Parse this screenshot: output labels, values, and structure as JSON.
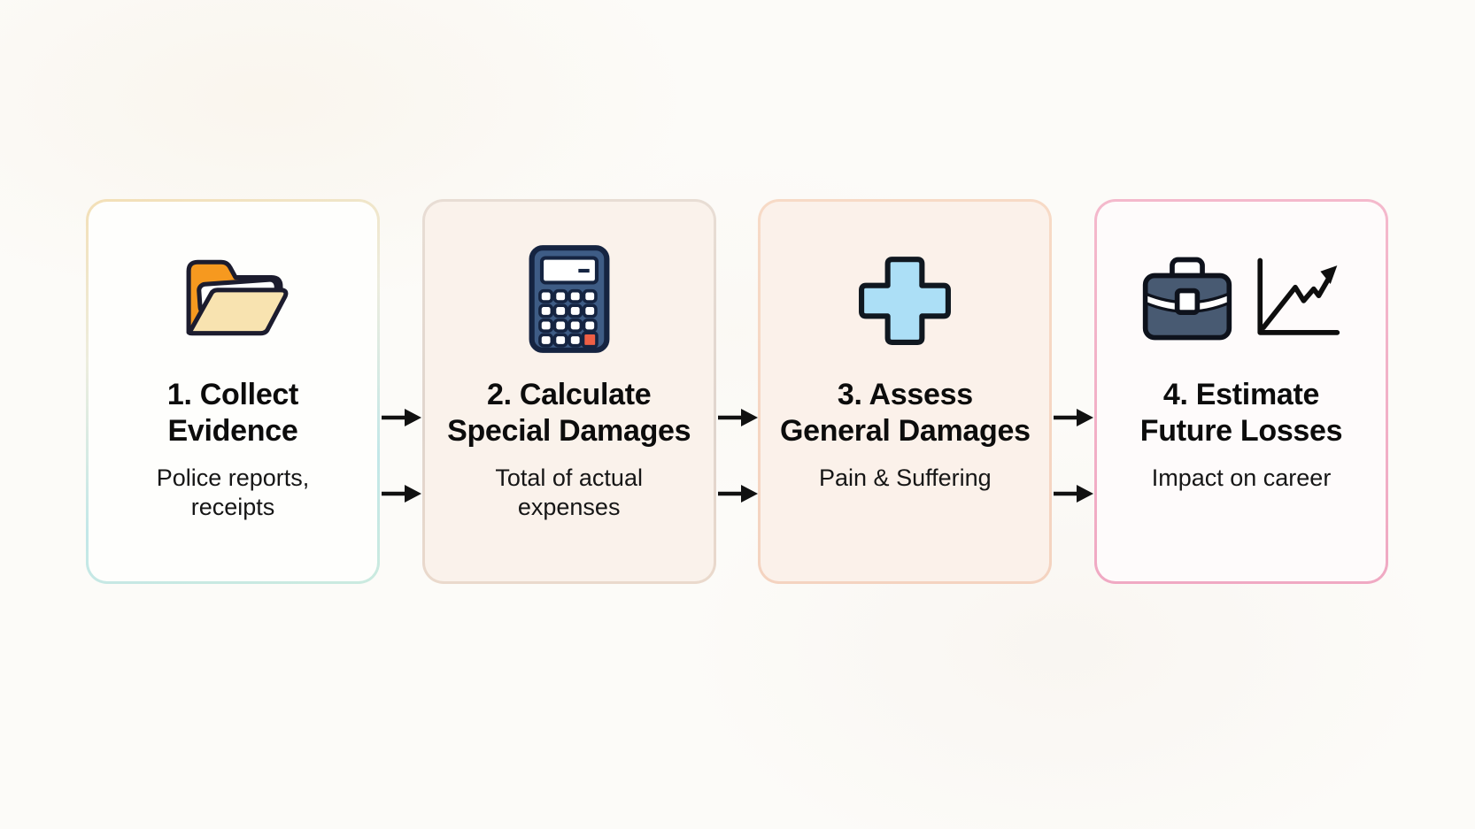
{
  "diagram": {
    "description": "Four-step process flow with arrows between step cards",
    "arrow_color": "#111111",
    "steps": [
      {
        "title_line1": "1. Collect",
        "title_line2": "Evidence",
        "subtitle_line1": "Police reports,",
        "subtitle_line2": "receipts",
        "icon": "open-folder-icon",
        "card_bg": "#FEFEFC",
        "border_color": "teal-to-orange gradient (#F3DFB6 / #C2E7E8)"
      },
      {
        "title_line1": "2. Calculate",
        "title_line2": "Special Damages",
        "subtitle_line1": "Total of actual",
        "subtitle_line2": "expenses",
        "icon": "calculator-icon",
        "card_bg": "#FAF2EB",
        "border_color": "#E2D7CE"
      },
      {
        "title_line1": "3. Assess",
        "title_line2": "General Damages",
        "subtitle_line1": "Pain & Suffering",
        "subtitle_line2": "",
        "icon": "medical-cross-icon",
        "card_bg": "#FBF1EA",
        "border_color": "#F6D8C4"
      },
      {
        "title_line1": "4. Estimate",
        "title_line2": "Future Losses",
        "subtitle_line1": "Impact on career",
        "subtitle_line2": "",
        "icon": "briefcase-and-growth-chart-icon",
        "card_bg": "#FEFBFB",
        "border_color": "#F2B0C6"
      }
    ],
    "icon_colors": {
      "outline": "#1B2133",
      "folder_back": "#F6991F",
      "folder_front": "#F8E3B0",
      "folder_sheet": "#FFFFFF",
      "calculator_body": "#3E5C85",
      "calculator_screen": "#FFFFFF",
      "calculator_key": "#FFFFFF",
      "calculator_accent_key": "#EE5F45",
      "medical_cross": "#ACDFF6",
      "briefcase_body": "#485A72",
      "briefcase_band": "#FFFFFF",
      "chart_line": "#0E0E0E"
    }
  }
}
